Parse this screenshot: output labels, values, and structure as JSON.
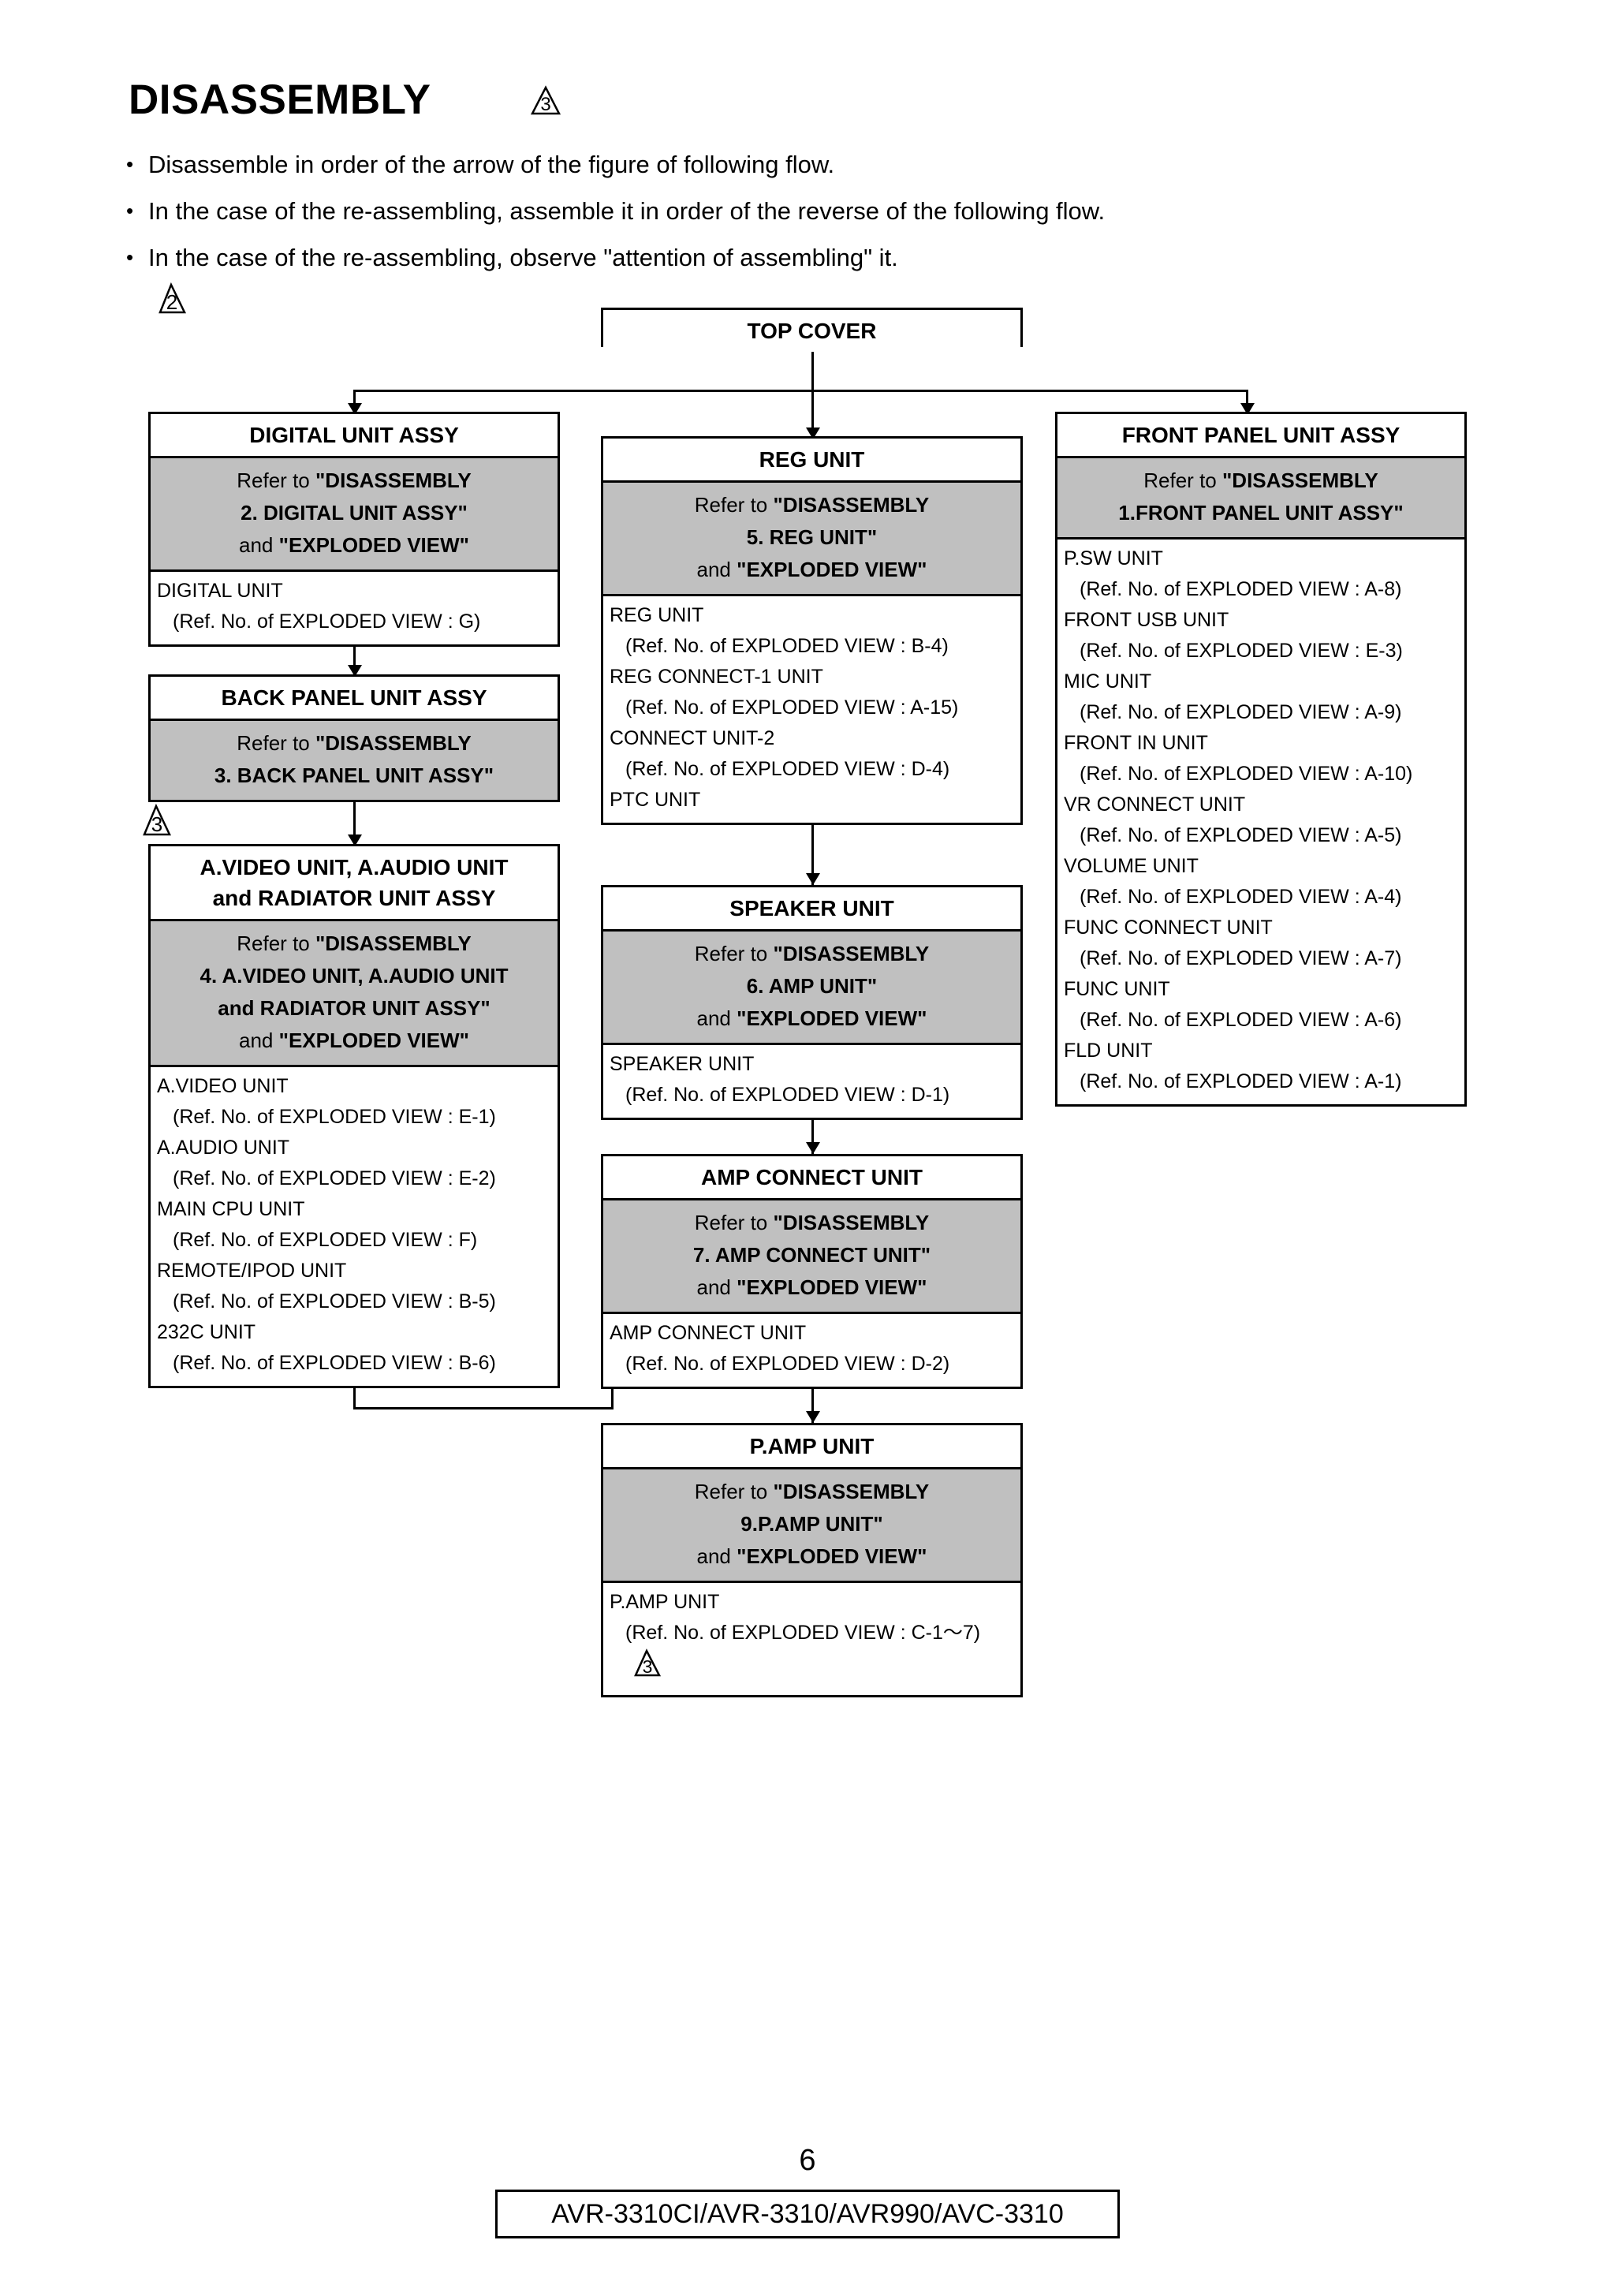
{
  "header": {
    "title": "DISASSEMBLY",
    "title_marker": "3",
    "bullets": [
      "Disassemble in order of the arrow of the figure of following flow.",
      "In the case of the re-assembling, assemble it in order of the reverse of the following flow.",
      "In the case of the re-assembling, observe \"attention of assembling\" it."
    ],
    "chart_marker": "2"
  },
  "colors": {
    "gray_band": "#c0c0c0",
    "line": "#000000",
    "page": "#ffffff"
  },
  "flow": {
    "top_cover": {
      "title": "TOP COVER"
    },
    "digital_unit_assy": {
      "title": "DIGITAL UNIT ASSY",
      "refer": [
        {
          "plain": "Refer to ",
          "bold": "\"DISASSEMBLY"
        },
        {
          "plain": "",
          "bold": "2. DIGITAL UNIT ASSY\""
        },
        {
          "plain": "and ",
          "bold": "\"EXPLODED VIEW\""
        }
      ],
      "parts": [
        {
          "name": "DIGITAL UNIT",
          "ref": "(Ref. No. of EXPLODED VIEW : G)"
        }
      ]
    },
    "back_panel_unit_assy": {
      "title": "BACK PANEL UNIT ASSY",
      "refer": [
        {
          "plain": "Refer to ",
          "bold": "\"DISASSEMBLY"
        },
        {
          "plain": "",
          "bold": "3. BACK PANEL UNIT ASSY\""
        }
      ],
      "parts": []
    },
    "avideo_assy": {
      "marker": "3",
      "title_line1": "A.VIDEO UNIT, A.AUDIO UNIT",
      "title_line2": "and RADIATOR UNIT ASSY",
      "refer": [
        {
          "plain": "Refer to ",
          "bold": "\"DISASSEMBLY"
        },
        {
          "plain": "",
          "bold": "4. A.VIDEO UNIT, A.AUDIO UNIT"
        },
        {
          "plain": "",
          "bold": "and RADIATOR UNIT  ASSY\""
        },
        {
          "plain": "and ",
          "bold": "\"EXPLODED VIEW\""
        }
      ],
      "parts": [
        {
          "name": "A.VIDEO UNIT",
          "ref": "(Ref. No. of EXPLODED VIEW : E-1)"
        },
        {
          "name": "A.AUDIO UNIT",
          "ref": "(Ref. No. of EXPLODED VIEW : E-2)"
        },
        {
          "name": "MAIN CPU UNIT",
          "ref": "(Ref. No. of EXPLODED VIEW : F)"
        },
        {
          "name": "REMOTE/IPOD UNIT",
          "ref": "(Ref. No. of EXPLODED VIEW : B-5)"
        },
        {
          "name": "232C UNIT",
          "ref": "(Ref. No. of EXPLODED VIEW : B-6)"
        }
      ]
    },
    "reg_unit": {
      "title": "REG UNIT",
      "refer": [
        {
          "plain": "Refer to ",
          "bold": "\"DISASSEMBLY"
        },
        {
          "plain": "",
          "bold": "5. REG UNIT\""
        },
        {
          "plain": "and ",
          "bold": "\"EXPLODED VIEW\""
        }
      ],
      "parts": [
        {
          "name": "REG UNIT",
          "ref": "(Ref. No. of EXPLODED VIEW : B-4)"
        },
        {
          "name": "REG CONNECT-1 UNIT",
          "ref": "(Ref. No. of EXPLODED VIEW : A-15)"
        },
        {
          "name": "CONNECT UNIT-2",
          "ref": "(Ref. No. of EXPLODED VIEW : D-4)"
        },
        {
          "name": "PTC UNIT",
          "ref": ""
        }
      ]
    },
    "speaker_unit": {
      "title": "SPEAKER UNIT",
      "refer": [
        {
          "plain": "Refer to ",
          "bold": "\"DISASSEMBLY"
        },
        {
          "plain": "",
          "bold": "6. AMP UNIT\""
        },
        {
          "plain": "and ",
          "bold": "\"EXPLODED VIEW\""
        }
      ],
      "parts": [
        {
          "name": "SPEAKER UNIT",
          "ref": "(Ref. No. of EXPLODED VIEW : D-1)"
        }
      ]
    },
    "amp_connect_unit": {
      "title": "AMP CONNECT UNIT",
      "refer": [
        {
          "plain": "Refer to ",
          "bold": "\"DISASSEMBLY"
        },
        {
          "plain": "",
          "bold": "7. AMP CONNECT UNIT\""
        },
        {
          "plain": "and ",
          "bold": "\"EXPLODED VIEW\""
        }
      ],
      "parts": [
        {
          "name": "AMP CONNECT UNIT",
          "ref": "(Ref. No. of EXPLODED VIEW : D-2)"
        }
      ]
    },
    "p_amp_unit": {
      "title": "P.AMP UNIT",
      "refer": [
        {
          "plain": "Refer to ",
          "bold": "\"DISASSEMBLY"
        },
        {
          "plain": "",
          "bold": "9.P.AMP UNIT\""
        },
        {
          "plain": "and ",
          "bold": "\"EXPLODED VIEW\""
        }
      ],
      "parts": [
        {
          "name": "P.AMP UNIT",
          "ref": "(Ref. No. of EXPLODED VIEW : C-1～7)",
          "marker": "3"
        }
      ]
    },
    "front_panel_unit_assy": {
      "title": "FRONT PANEL UNIT ASSY",
      "refer": [
        {
          "plain": "Refer to ",
          "bold": "\"DISASSEMBLY"
        },
        {
          "plain": "",
          "bold": "1.FRONT PANEL UNIT ASSY\""
        }
      ],
      "parts": [
        {
          "name": "P.SW UNIT",
          "ref": "(Ref. No. of EXPLODED VIEW : A-8)"
        },
        {
          "name": "FRONT USB UNIT",
          "ref": "(Ref. No. of EXPLODED VIEW : E-3)"
        },
        {
          "name": "MIC UNIT",
          "ref": "(Ref. No. of EXPLODED VIEW : A-9)"
        },
        {
          "name": "FRONT IN UNIT",
          "ref": "(Ref. No. of EXPLODED VIEW : A-10)"
        },
        {
          "name": "VR CONNECT UNIT",
          "ref": "(Ref. No. of EXPLODED VIEW : A-5)"
        },
        {
          "name": "VOLUME UNIT",
          "ref": "(Ref. No. of EXPLODED VIEW : A-4)"
        },
        {
          "name": "FUNC CONNECT UNIT",
          "ref": "(Ref. No. of EXPLODED VIEW : A-7)"
        },
        {
          "name": "FUNC UNIT",
          "ref": "(Ref. No. of EXPLODED VIEW : A-6)"
        },
        {
          "name": "FLD UNIT",
          "ref": "(Ref. No. of EXPLODED VIEW : A-1)"
        }
      ]
    }
  },
  "footer": {
    "page_number": "6",
    "model": "AVR-3310CI/AVR-3310/AVR990/AVC-3310"
  }
}
